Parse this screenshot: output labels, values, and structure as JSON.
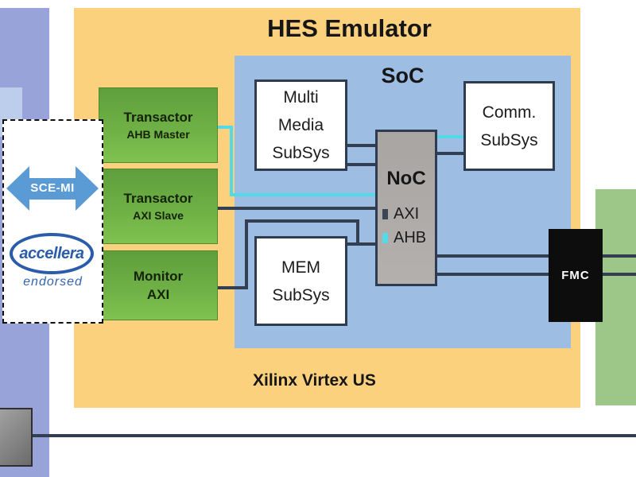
{
  "colors": {
    "emulator_bg": "#FBD17E",
    "soc_bg": "#9DBEE2",
    "host_bar": "#97A3D9",
    "host_box": "#BDCDEC",
    "transactor_green_top": "#5F9E3B",
    "transactor_green_bottom": "#7FC24F",
    "daughter_card_green": "#9CC789",
    "noc_gray": "#ACA9A6",
    "fmc_black": "#0D0D0D",
    "wire_dark": "#333F50",
    "wire_cyan": "#54D9E8",
    "scemi_arrow_blue": "#5B9BD5",
    "accellera_blue": "#2A5CAA",
    "connector_gray": "#8C8C8C"
  },
  "emulator": {
    "title": "HES Emulator",
    "fpga_label": "Xilinx Virtex US"
  },
  "soc": {
    "title": "SoC",
    "multimedia": {
      "lines": [
        "Multi",
        "Media",
        "SubSys"
      ]
    },
    "comm": {
      "lines": [
        "Comm.",
        "SubSys"
      ]
    },
    "mem": {
      "lines": [
        "MEM",
        "SubSys"
      ]
    },
    "noc": {
      "title": "NoC",
      "legend": [
        {
          "label": "AXI",
          "marker_color": "#3A4656"
        },
        {
          "label": "AHB",
          "marker_color": "#54D9E8"
        }
      ]
    }
  },
  "transactors": [
    {
      "lines": [
        "Transactor",
        "AHB Master"
      ]
    },
    {
      "lines": [
        "Transactor",
        "AXI Slave"
      ]
    },
    {
      "lines": [
        "Monitor",
        "AXI"
      ]
    }
  ],
  "scemi": {
    "label": "SCE-MI"
  },
  "accellera": {
    "name": "accellera",
    "tagline": "endorsed"
  },
  "fmc": {
    "label": "FMC"
  }
}
